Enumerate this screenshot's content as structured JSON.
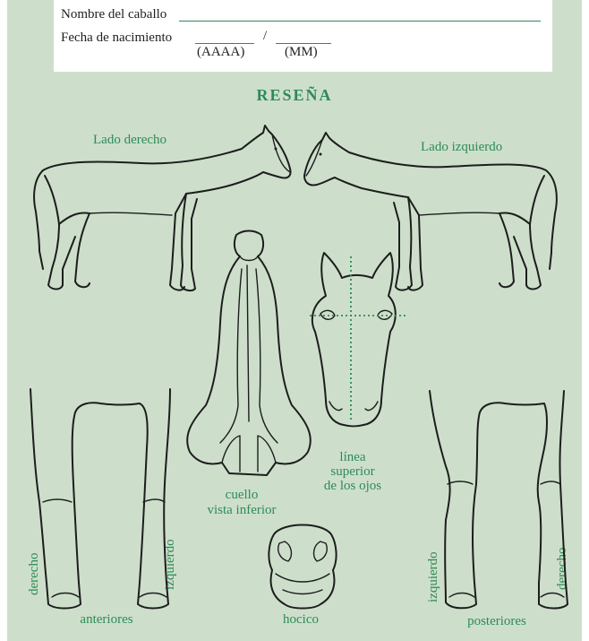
{
  "form": {
    "horse_name_label": "Nombre del caballo",
    "birth_date_label": "Fecha de nacimiento",
    "year_hint": "(AAAA)",
    "separator": "/",
    "month_hint": "(MM)"
  },
  "section_title": "RESEÑA",
  "diagram_labels": {
    "right_side": "Lado derecho",
    "left_side": "Lado izquierdo",
    "eye_line_1": "línea",
    "eye_line_2": "superior",
    "eye_line_3": "de los ojos",
    "neck_1": "cuello",
    "neck_2": "vista inferior",
    "muzzle": "hocico",
    "front_legs": "anteriores",
    "hind_legs": "posteriores",
    "front_right": "derecho",
    "front_left": "izquierdo",
    "hind_left": "izquierdo",
    "hind_right": "derecho"
  },
  "colors": {
    "background": "#cddfcb",
    "accent_green": "#2e8a57",
    "ink": "#1d1d1d"
  }
}
